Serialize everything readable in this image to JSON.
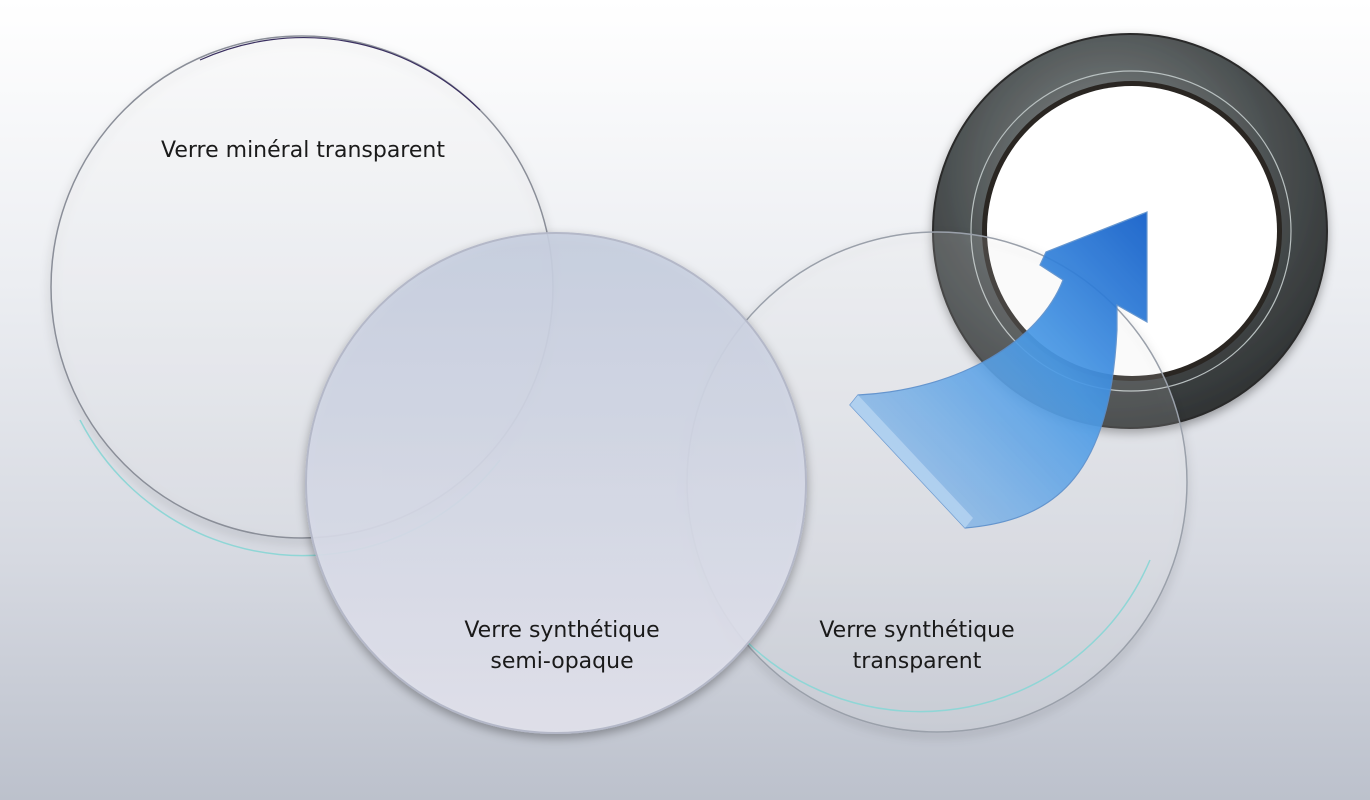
{
  "labels": {
    "mineral": "Verre minéral transparent",
    "semi_opaque": [
      "Verre synthétique",
      "semi-opaque"
    ],
    "synthetic_transparent": [
      "Verre synthétique",
      "transparent"
    ]
  },
  "colors": {
    "arrow": "#2f7fdc",
    "ring": "#4a4e50",
    "lens_tint": "#d4d8e8"
  }
}
